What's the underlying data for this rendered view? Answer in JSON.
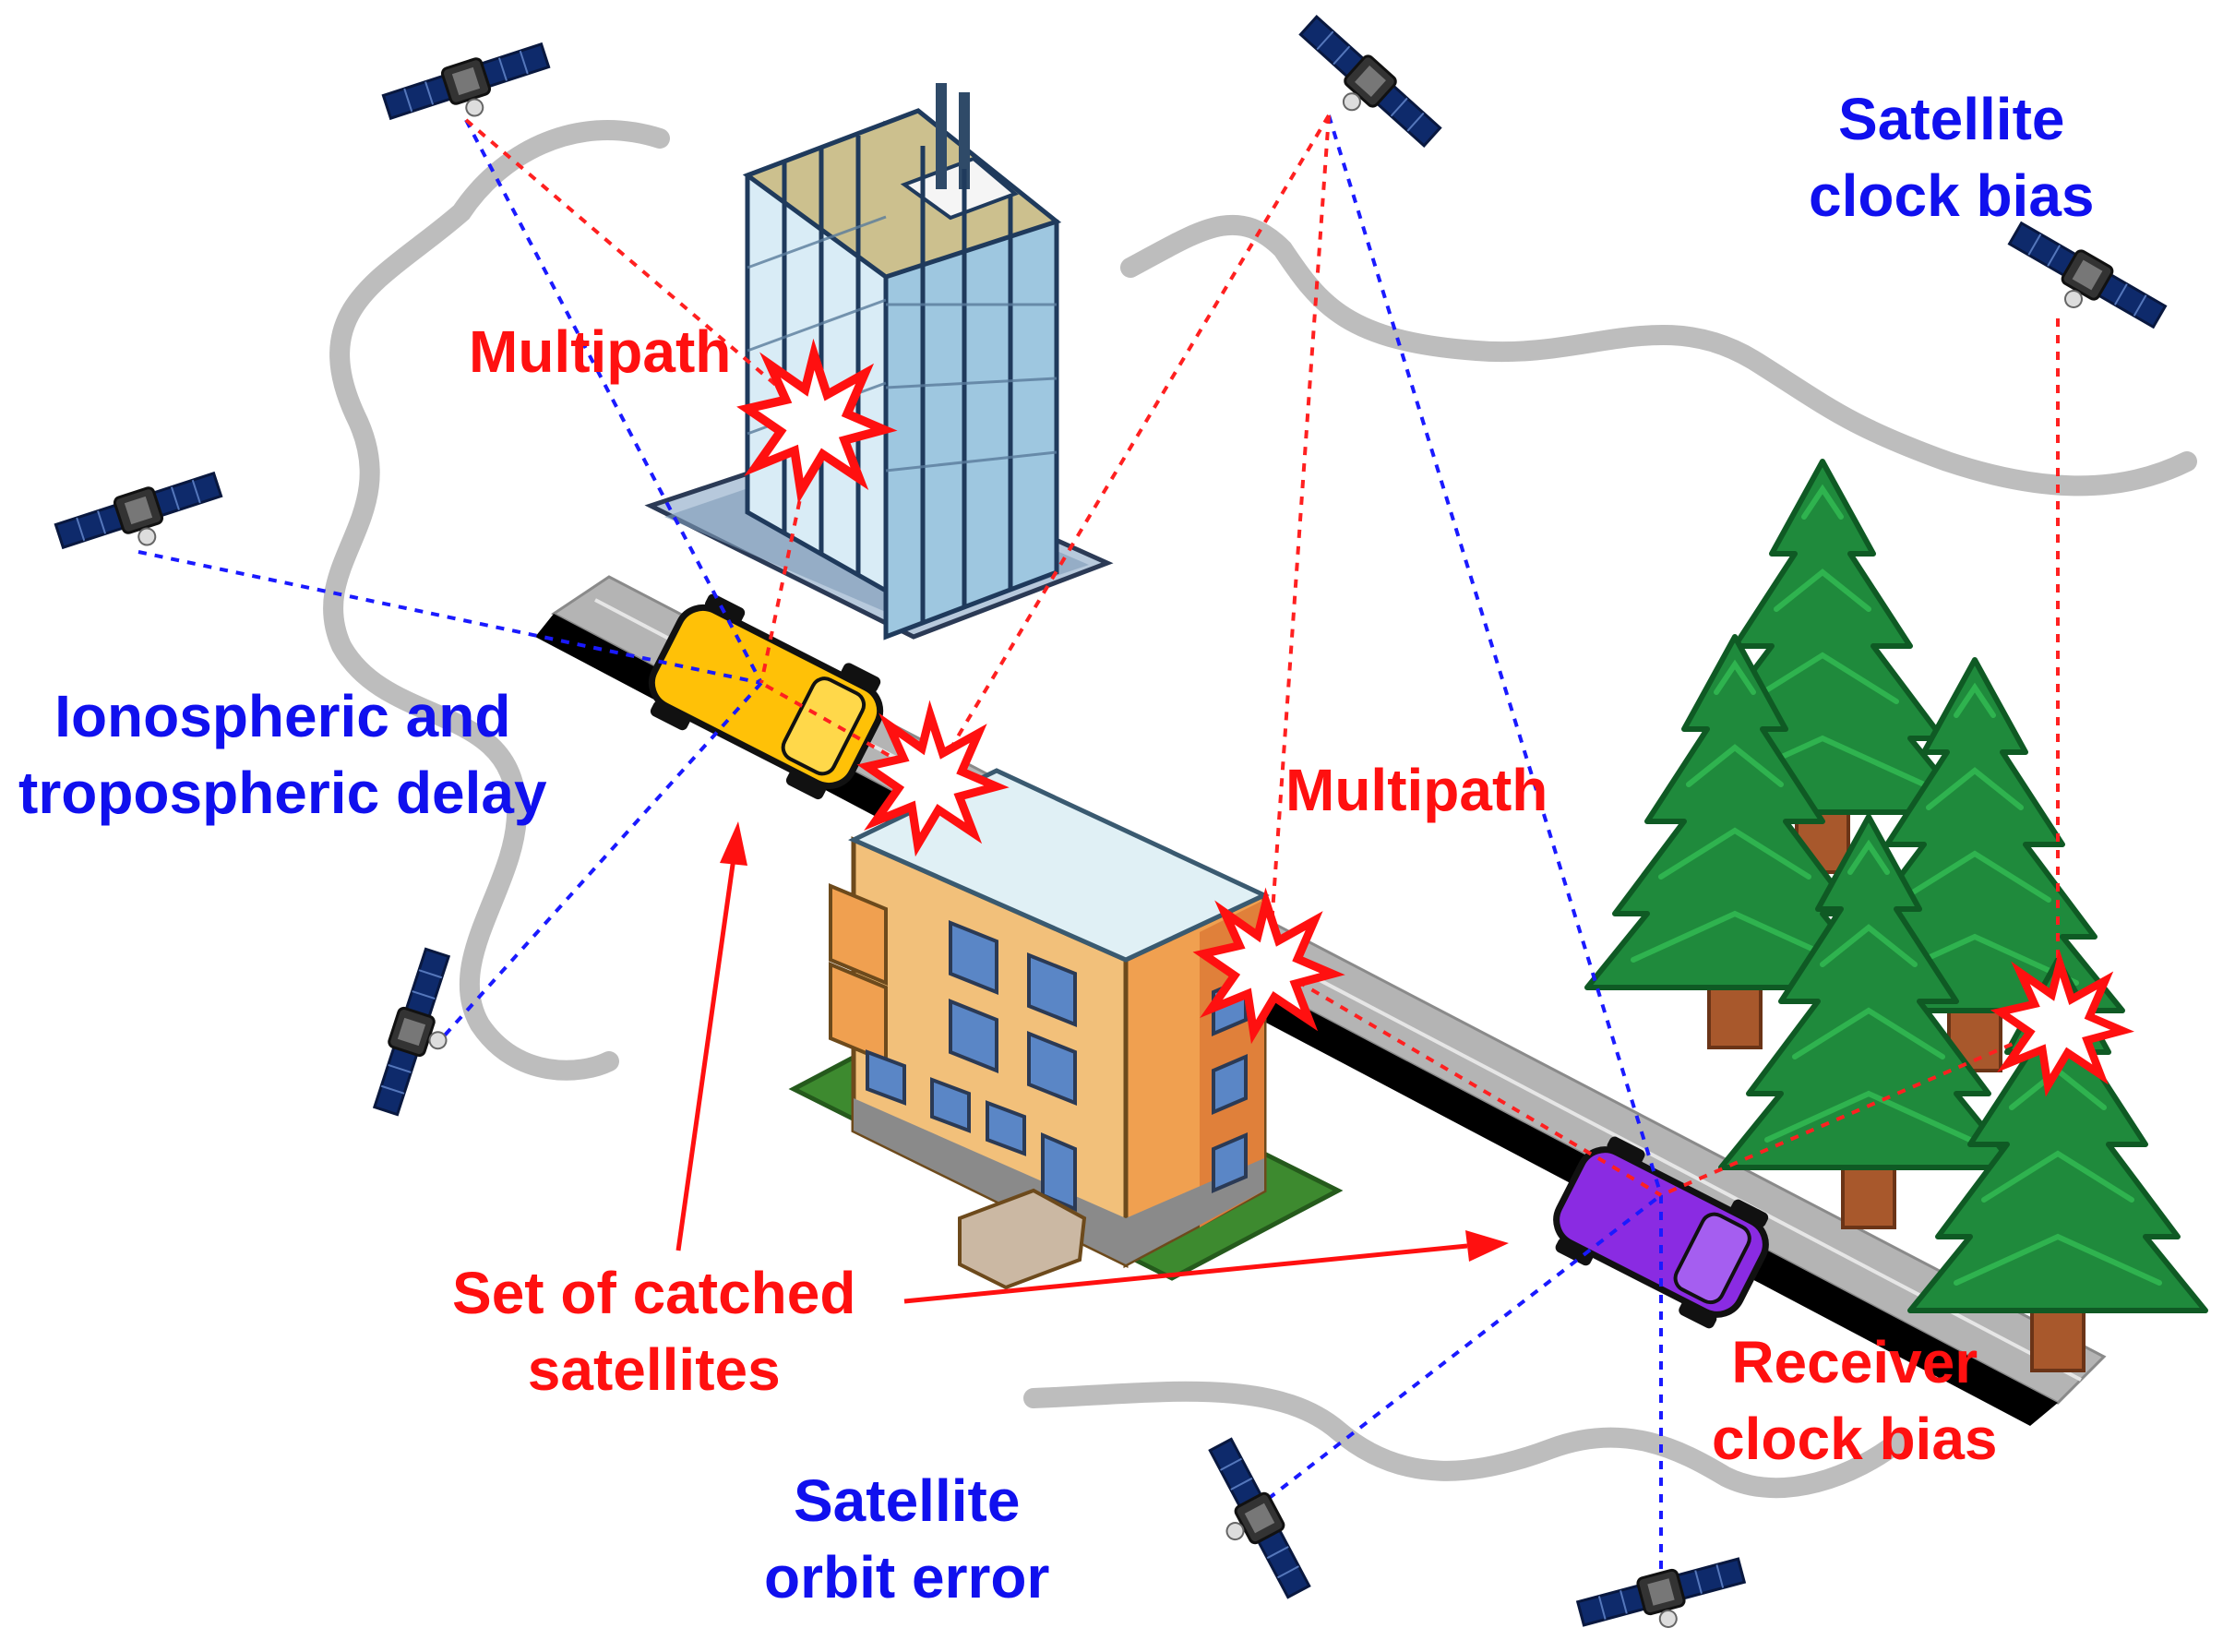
{
  "labels": {
    "satellite_clock_bias": [
      "Satellite",
      "clock bias"
    ],
    "multipath_top": "Multipath",
    "multipath_mid": "Multipath",
    "ionospheric": [
      "Ionospheric and",
      "tropospheric delay"
    ],
    "catched": [
      "Set of catched",
      "satellites"
    ],
    "receiver_clock_bias": [
      "Receiver",
      "clock bias"
    ],
    "satellite_orbit_error": [
      "Satellite",
      "orbit error"
    ]
  },
  "colors": {
    "blue_text": "#1010ee",
    "red_text": "#ff1010",
    "signal_blue": "#1a1aff",
    "signal_red": "#ff2020",
    "atmosphere_curve": "#bdbdbd",
    "road": "#a8a8a8",
    "tree_green": "#1f8a3c",
    "yellow_car": "#ffc107",
    "purple_car": "#8a2be2",
    "tower_glass": "#cfe6f2",
    "house_orange": "#f2a35a"
  },
  "icons": {
    "satellite": "satellite-icon",
    "multipath_burst": "multipath-burst-icon",
    "tree": "tree-icon",
    "car": "car-icon",
    "building": "building-icon"
  }
}
